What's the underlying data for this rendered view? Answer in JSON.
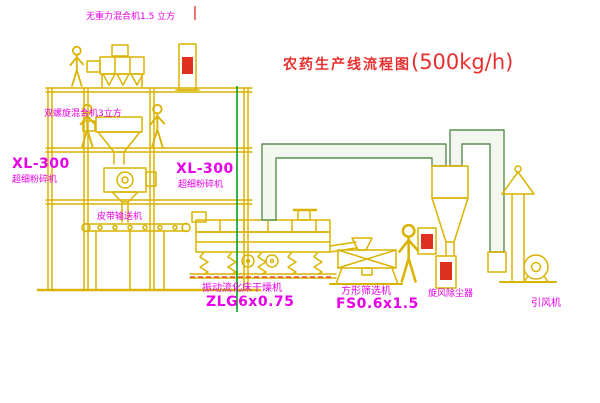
{
  "title": {
    "cn": "农药生产线流程图",
    "capacity": "(500kg/h)"
  },
  "labels": {
    "top_mixer": "无重力混合机1.5 立方",
    "mid_mixer": "双螺旋混合机3立方",
    "left_mill_model": "XL-300",
    "left_mill_name": "超细粉碎机",
    "right_mill_model": "XL-300",
    "right_mill_name": "超细粉碎机",
    "belt": "皮带输送机",
    "dryer_name": "振动流化床干燥机",
    "dryer_model": "ZLG6x0.75",
    "sieve_name": "方形筛选机",
    "sieve_model": "FS0.6x1.5",
    "cyclone": "旋风除尘器",
    "fan": "引风机"
  },
  "colors": {
    "line": "#d9b300",
    "text": "#e800e8",
    "title": "#e83030",
    "duct": "#5a8f50",
    "duct_fill": "#f3f7ef",
    "accent_red": "#e03020",
    "green_line": "#00a020"
  }
}
